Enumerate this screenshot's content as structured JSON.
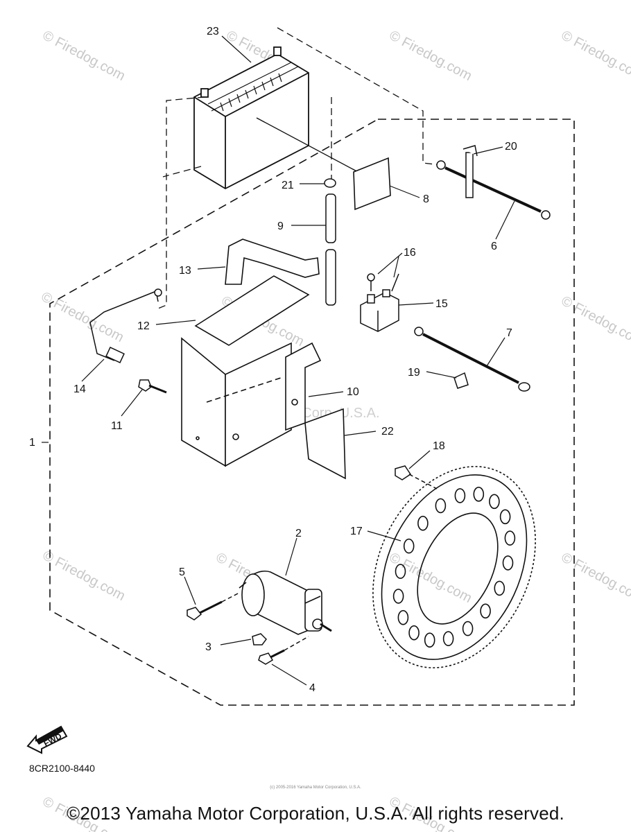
{
  "diagram": {
    "callouts": [
      {
        "id": "c23",
        "text": "23"
      },
      {
        "id": "c20",
        "text": "20"
      },
      {
        "id": "c21",
        "text": "21"
      },
      {
        "id": "c8",
        "text": "8"
      },
      {
        "id": "c9",
        "text": "9"
      },
      {
        "id": "c6",
        "text": "6"
      },
      {
        "id": "c16",
        "text": "16"
      },
      {
        "id": "c13",
        "text": "13"
      },
      {
        "id": "c15",
        "text": "15"
      },
      {
        "id": "c12",
        "text": "12"
      },
      {
        "id": "c7",
        "text": "7"
      },
      {
        "id": "c19",
        "text": "19"
      },
      {
        "id": "c14",
        "text": "14"
      },
      {
        "id": "c10",
        "text": "10"
      },
      {
        "id": "c11",
        "text": "11"
      },
      {
        "id": "c22",
        "text": "22"
      },
      {
        "id": "c1",
        "text": "1"
      },
      {
        "id": "c18",
        "text": "18"
      },
      {
        "id": "c2",
        "text": "2"
      },
      {
        "id": "c17",
        "text": "17"
      },
      {
        "id": "c5",
        "text": "5"
      },
      {
        "id": "c3",
        "text": "3"
      },
      {
        "id": "c4",
        "text": "4"
      }
    ],
    "watermark_text": "© Firedog.com",
    "center_watermark": "Yamaha Motor Corp, U.S.A.",
    "fwd_label": "FWD"
  },
  "part_code": "8CR2100-8440",
  "small_print": "(c) 2005-2016 Yamaha Motor Corporation, U.S.A.",
  "copyright": "©2013 Yamaha Motor Corporation, U.S.A. All rights reserved."
}
